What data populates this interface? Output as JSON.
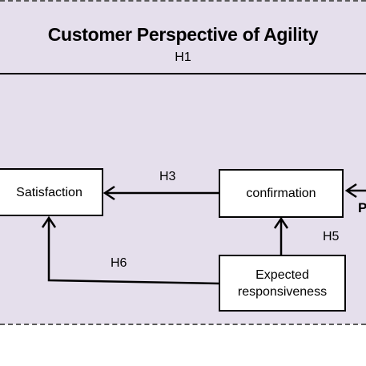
{
  "diagram": {
    "title": "Customer Perspective of Agility",
    "subtitle": "H1",
    "nodes": {
      "satisfaction": "Satisfaction",
      "confirmation": "confirmation",
      "expected_responsiveness": "Expected\nresponsiveness"
    },
    "edges": [
      {
        "from": "confirmation",
        "to": "satisfaction",
        "label": "H3"
      },
      {
        "from": "expected_responsiveness",
        "to": "confirmation",
        "label": "H5"
      },
      {
        "from": "expected_responsiveness",
        "to": "satisfaction",
        "label": "H6"
      }
    ],
    "clipped_text": "P",
    "colors": {
      "panel_background": "#e5dfec",
      "border": "#000000",
      "box_fill": "#ffffff"
    }
  }
}
